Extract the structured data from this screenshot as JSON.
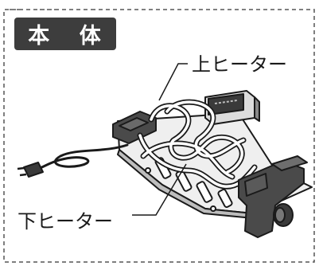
{
  "title": "本 体",
  "labels": {
    "upper_heater": "上ヒーター",
    "lower_heater": "下ヒーター"
  },
  "colors": {
    "badge_bg": "#3d3d3d",
    "device_body": "#4a4a4a",
    "plate": "#f2f2f2",
    "outline": "#1a1a1a"
  }
}
